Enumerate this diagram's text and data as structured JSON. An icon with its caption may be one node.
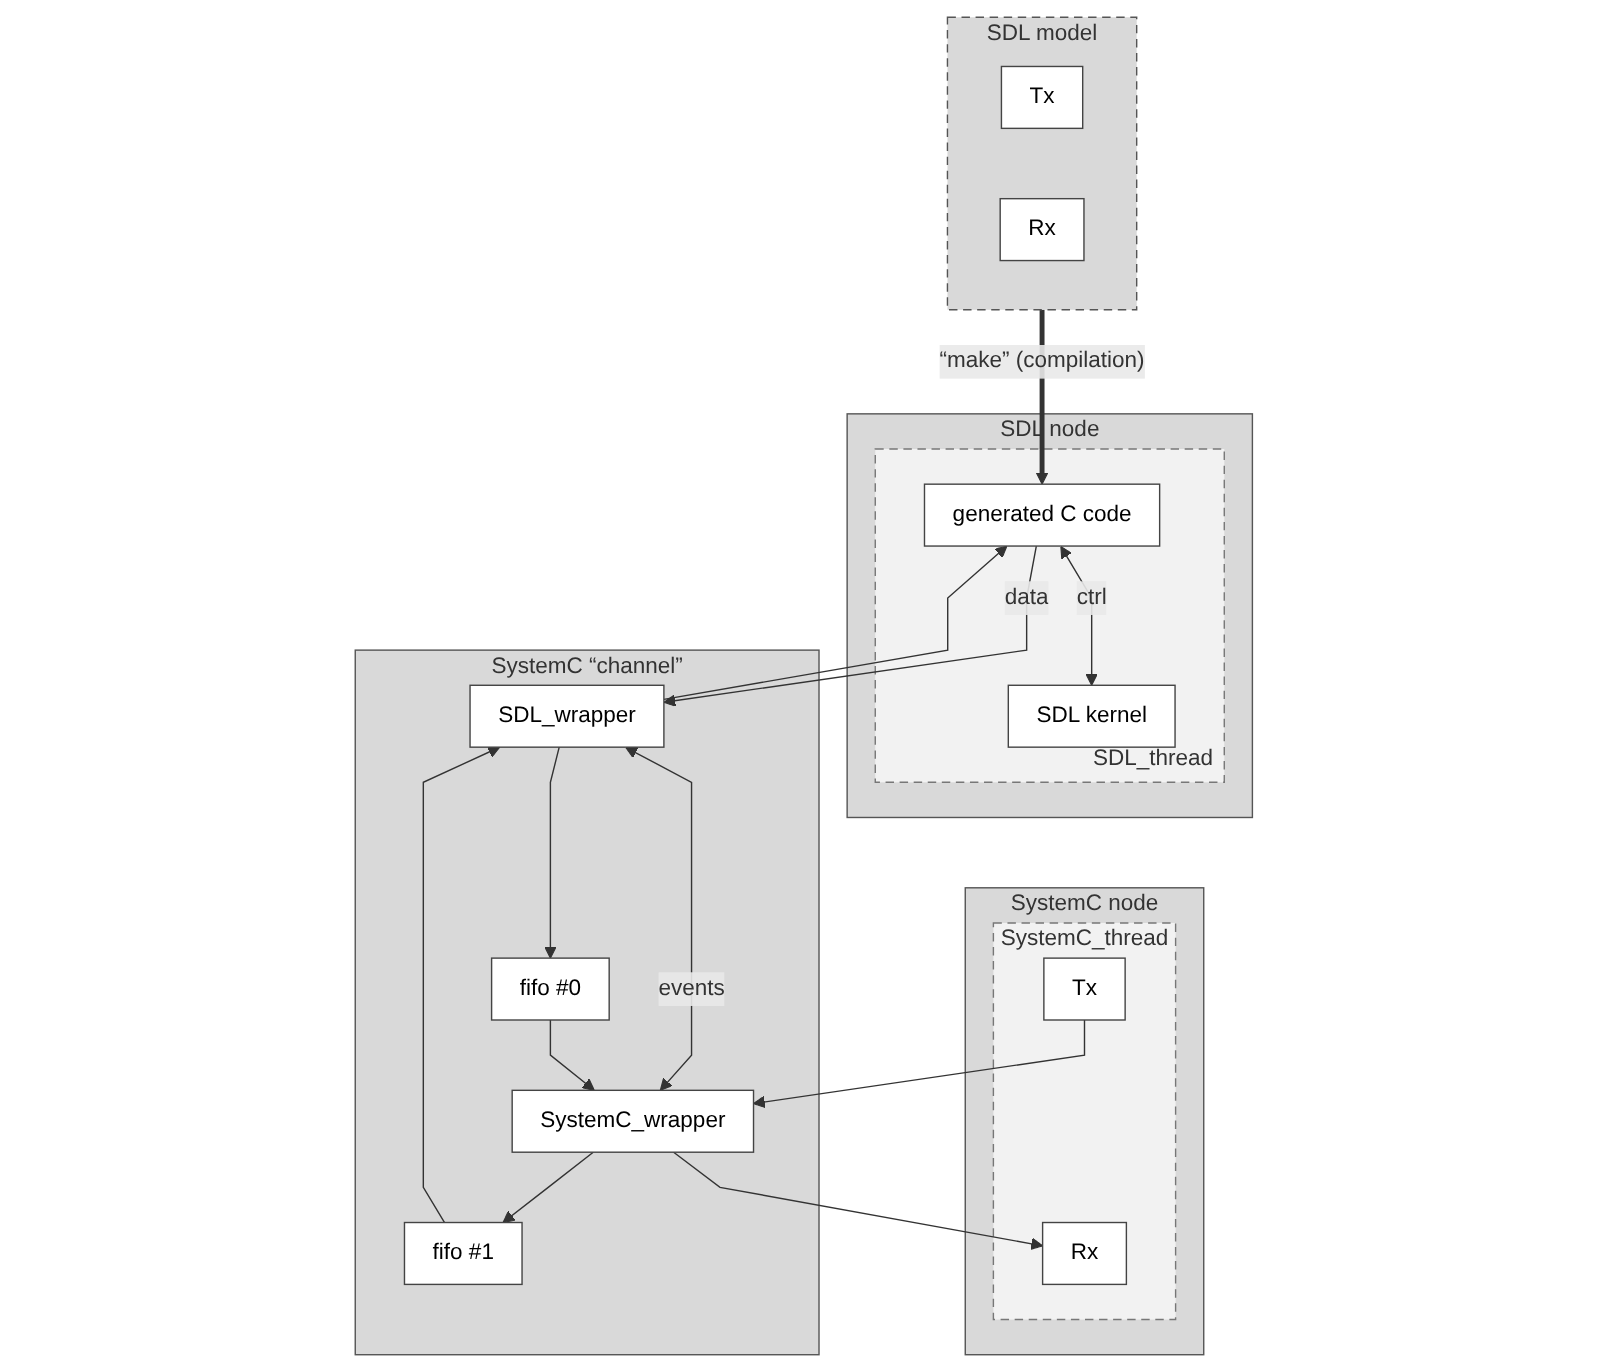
{
  "diagram": {
    "nodes": [
      {
        "text": [
          "SDL model"
        ]
      },
      {
        "text": [
          "Tx"
        ],
        "in": 0
      },
      {
        "text": [
          "Rx"
        ],
        "in": 0
      },
      {
        "text": [
          "SDL node"
        ]
      },
      {
        "text": [
          "SDL_thread"
        ],
        "in": 3
      },
      {
        "text": [
          "generated C code"
        ],
        "in": 4
      },
      {
        "text": [
          "SDL kernel"
        ],
        "in": 4
      },
      {
        "text": [
          "SystemC node"
        ]
      },
      {
        "text": [
          "SystemC_thread"
        ],
        "in": 7
      },
      {
        "text": [
          "Tx"
        ],
        "in": 8
      },
      {
        "text": [
          "Rx"
        ],
        "in": 8
      },
      {
        "text": [
          "SystemC “channel”"
        ]
      },
      {
        "text": [
          "SDL_wrapper"
        ],
        "in": 11
      },
      {
        "text": [
          "SystemC_wrapper"
        ],
        "in": 11
      },
      {
        "text": [
          "fifo #0"
        ],
        "in": 11
      },
      {
        "text": [
          "fifo #1"
        ],
        "in": 11
      }
    ],
    "edges": [
      {
        "from": 0,
        "to": 5,
        "arrow": "to",
        "label": "“make” (compilation)",
        "style": "thick"
      },
      {
        "from": 5,
        "to": 6,
        "arrow": "both",
        "label": "ctrl"
      },
      {
        "from": 5,
        "to": 12,
        "arrow": "to",
        "label": "data"
      },
      {
        "from": 12,
        "to": 5,
        "arrow": "to"
      },
      {
        "from": 9,
        "to": 13,
        "arrow": "to"
      },
      {
        "from": 13,
        "to": 10,
        "arrow": "to"
      },
      {
        "from": 12,
        "to": 13,
        "arrow": "both",
        "label": "events"
      },
      {
        "from": 12,
        "to": 14,
        "arrow": "to"
      },
      {
        "from": 14,
        "to": 13,
        "arrow": "to"
      },
      {
        "from": 13,
        "to": 15,
        "arrow": "to"
      },
      {
        "from": 15,
        "to": 12,
        "arrow": "to"
      }
    ]
  }
}
